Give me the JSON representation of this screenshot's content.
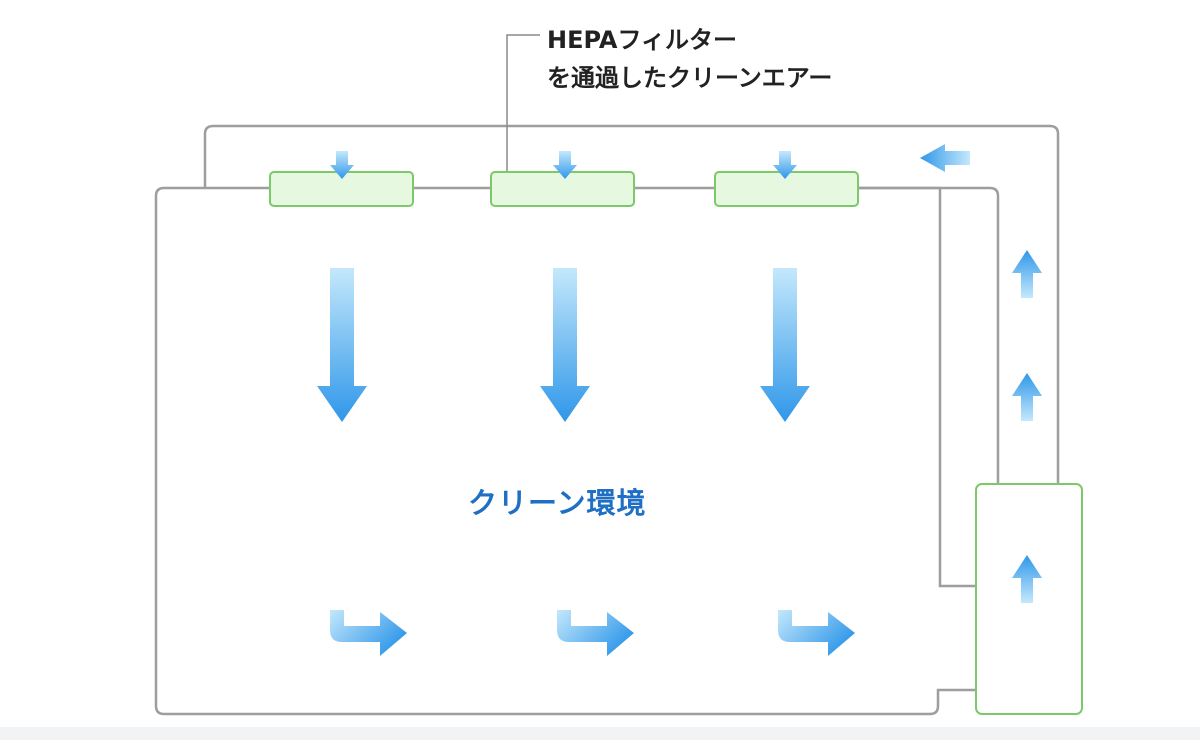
{
  "callout": {
    "line1": "HEPAフィルター",
    "line2": "を通過したクリーンエアー"
  },
  "room": {
    "label": "クリーン環境"
  },
  "colors": {
    "duct": "#999999",
    "filter_fill": "#e6f9e0",
    "filter_stroke": "#7cc96a",
    "arrow_light": "#bfe5fb",
    "arrow_dark": "#2e96e8",
    "label": "#1f6fc4"
  }
}
